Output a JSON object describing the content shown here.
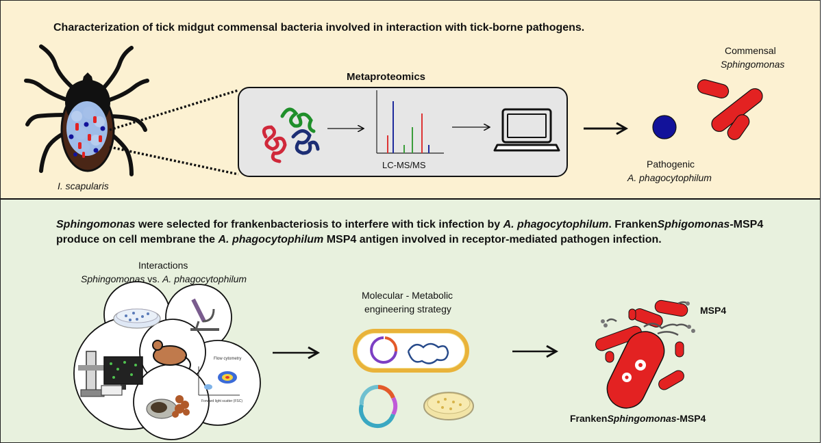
{
  "top_panel": {
    "title": "Characterization of tick midgut commensal bacteria involved in interaction with tick-borne pathogens.",
    "tick_label": "I. scapularis",
    "metaproteomics_label": "Metaproteomics",
    "lcms_label": "LC-MS/MS",
    "commensal_label_line1": "Commensal",
    "commensal_label_line2": "Sphingomonas",
    "pathogenic_label_line1": "Pathogenic",
    "pathogenic_label_line2": "A. phagocytophilum"
  },
  "bottom_panel": {
    "para_line1": {
      "p1": "Sphingomonas",
      "p2": " were selected for frankenbacteriosis to interfere with tick infection by ",
      "p3": "A. phagocytophilum",
      "p4": ". Franken",
      "p5": "Sphigomonas",
      "p6": "-MSP4"
    },
    "para_line2": {
      "p1": "produce on cell membrane the ",
      "p2": "A. phagocytophilum",
      "p3": " MSP4 antigen involved in receptor-mediated pathogen infection."
    },
    "interactions_line1": "Interactions",
    "interactions_line2_a": "Sphingomonas",
    "interactions_line2_b": " vs. ",
    "interactions_line2_c": "A. phagocytophilum",
    "flow_cytometry_label": "Flow cytometry",
    "flow_xlabel": "Forward light scatter (FSC)",
    "strategy_line1": "Molecular - Metabolic",
    "strategy_line2": "engineering strategy",
    "msp4_label": "MSP4",
    "franken_prefix": "Franken",
    "franken_italic": "Sphingomonas",
    "franken_suffix": "-MSP4"
  },
  "colors": {
    "top_bg": "#fcf1d2",
    "bottom_bg": "#e8f1de",
    "bacteria_red": "#e32222",
    "pathogen_blue": "#12129a"
  }
}
